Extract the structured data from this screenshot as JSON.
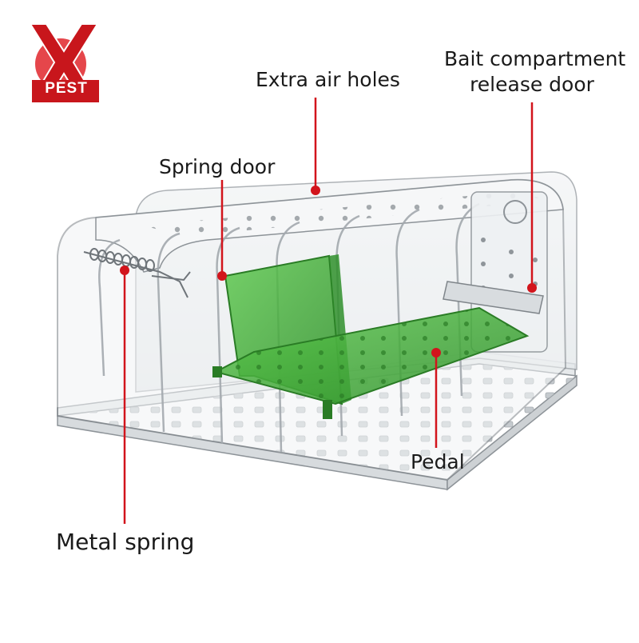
{
  "brand": {
    "logo_text": "PEST",
    "color": "#e0262b",
    "logo_icon": "x-pest-logo"
  },
  "annotations": {
    "extra_air_holes": "Extra air holes",
    "bait_compartment_line1": "Bait compartment",
    "bait_compartment_line2": "release door",
    "spring_door": "Spring door",
    "pedal": "Pedal",
    "metal_spring": "Metal spring"
  },
  "colors": {
    "callout": "#d2141c",
    "pedal_green": "#46b43c",
    "housing": "#cfd3d6"
  }
}
